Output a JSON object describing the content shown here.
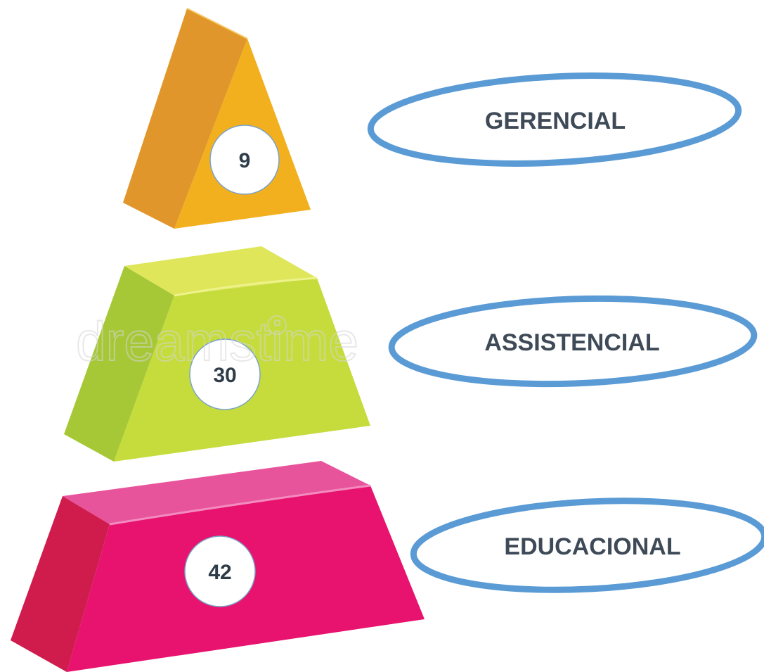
{
  "levels": [
    {
      "label": "GERENCIAL",
      "value": "9",
      "front_color": "#f2b01e",
      "side_color": "#e0962a"
    },
    {
      "label": "ASSISTENCIAL",
      "value": "30",
      "front_color": "#c5dc3c",
      "side_color": "#a6c837",
      "top_color": "#dfe65a"
    },
    {
      "label": "EDUCACIONAL",
      "value": "42",
      "front_color": "#e8126f",
      "side_color": "#cf1c4c",
      "top_color": "#e8549c"
    }
  ],
  "ellipse_color": "#5b9bd5",
  "watermark": "dreamstime"
}
